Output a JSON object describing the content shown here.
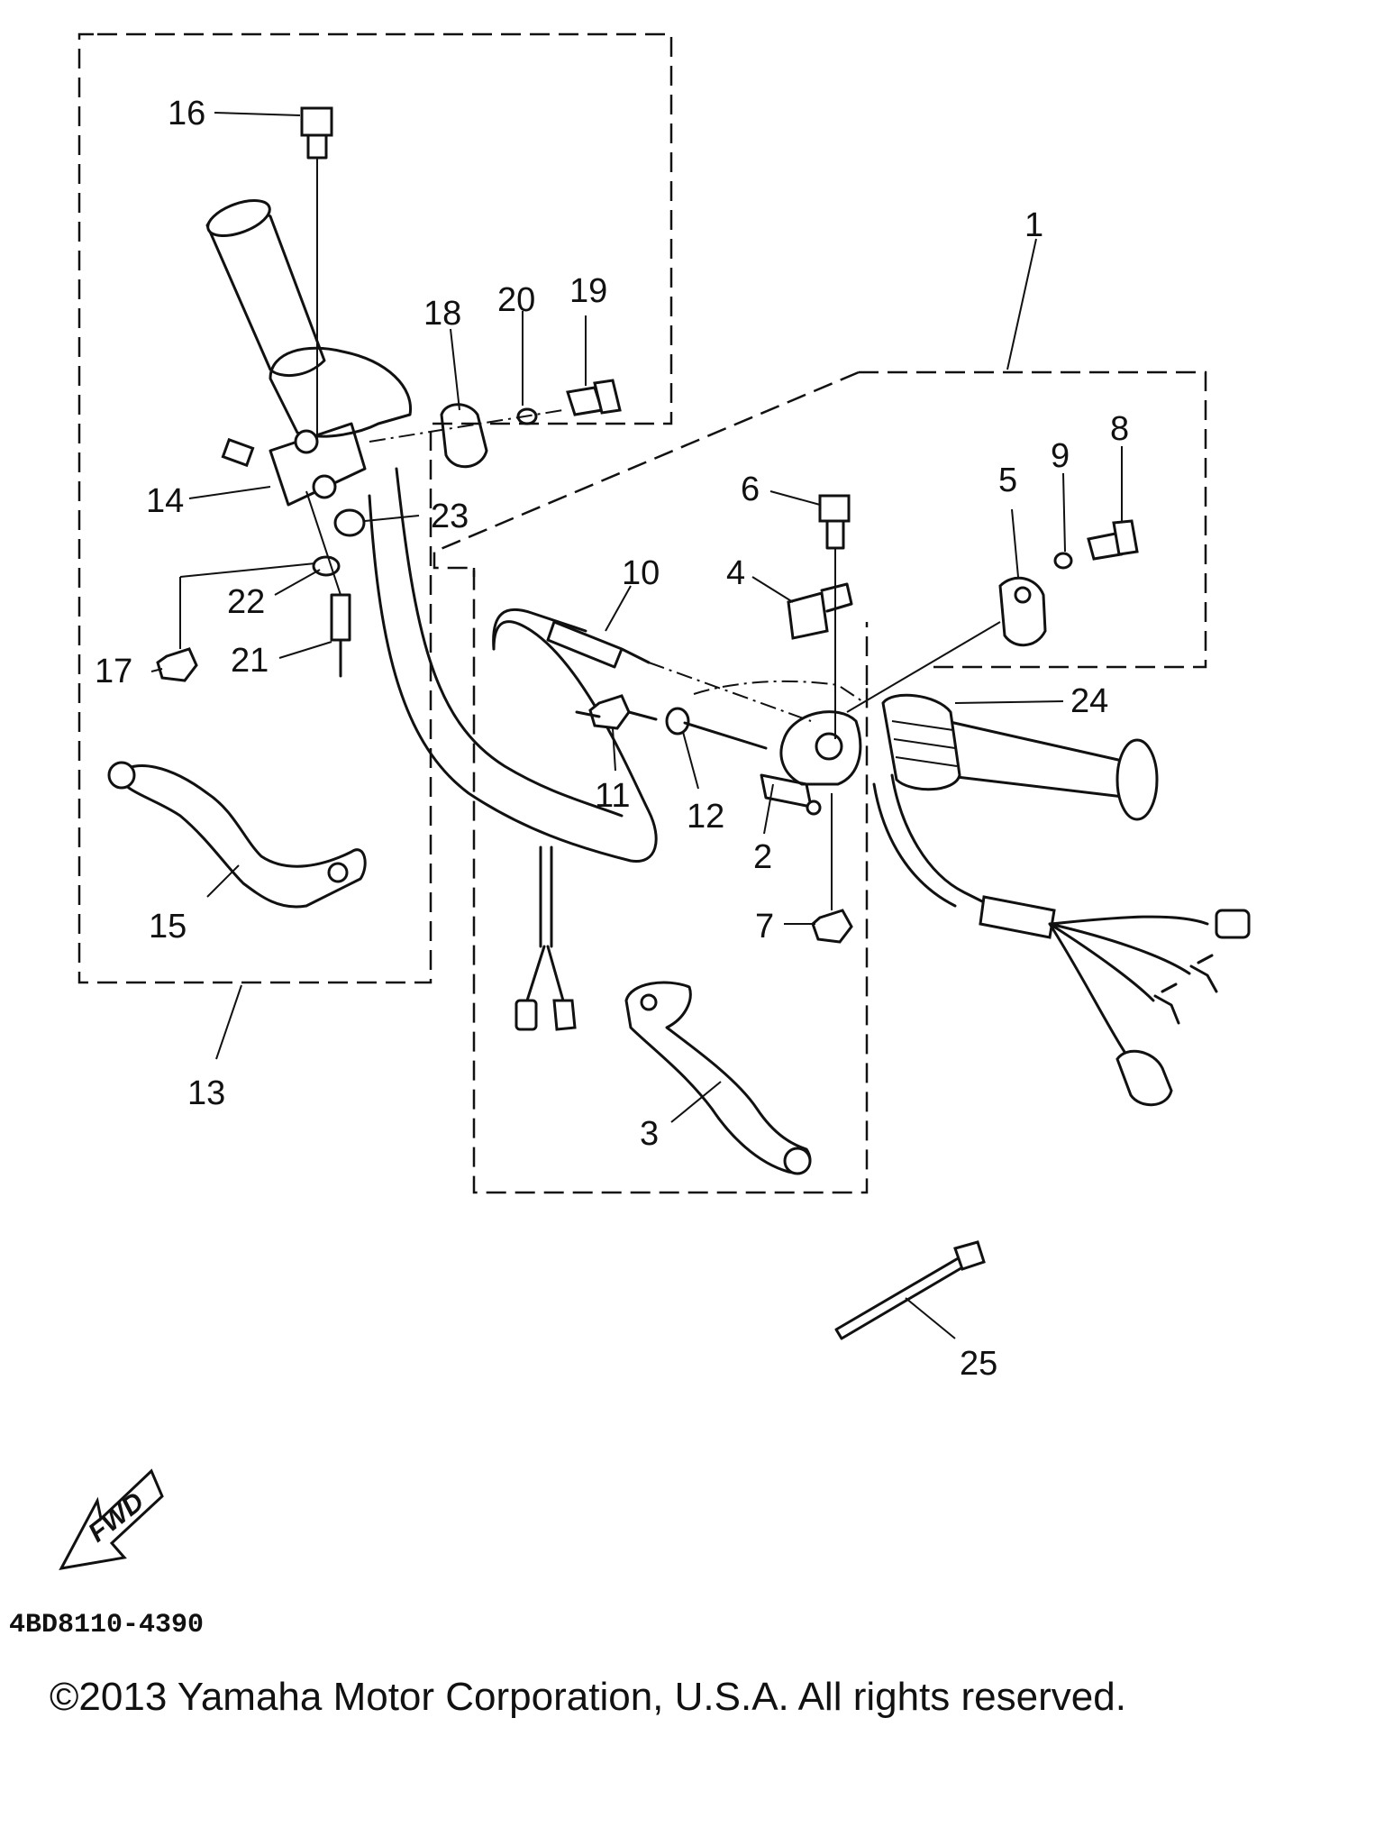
{
  "diagram": {
    "callouts": [
      "1",
      "2",
      "3",
      "4",
      "5",
      "6",
      "7",
      "8",
      "9",
      "10",
      "11",
      "12",
      "13",
      "14",
      "15",
      "16",
      "17",
      "18",
      "19",
      "20",
      "21",
      "22",
      "23",
      "24",
      "25"
    ],
    "fwd_label": "FWD",
    "diagram_code": "4BD8110-4390",
    "copyright": "©2013 Yamaha Motor Corporation, U.S.A. All rights reserved."
  }
}
